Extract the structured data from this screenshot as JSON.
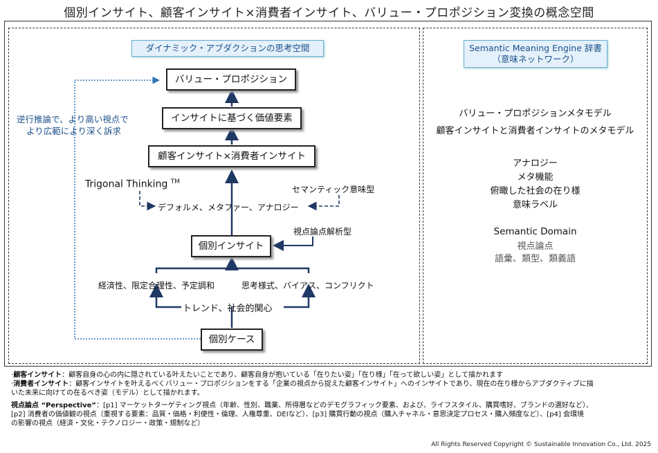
{
  "title": "個別インサイト、顧客インサイト×消費者インサイト、バリュー・プロポジション変換の概念空間",
  "left_header": "ダイナミック・アブダクションの思考空間",
  "right_header_line1": "Semantic Meaning Engine 辞書",
  "right_header_line2": "（意味ネットワーク）",
  "boxes": {
    "value_prop": "バリュー・プロポジション",
    "value_elements": "インサイトに基づく価値要素",
    "customer_consumer": "顧客インサイト×消費者インサイト",
    "individual_insight": "個別インサイト",
    "individual_case": "個別ケース"
  },
  "labels": {
    "reverse_line1": "逆行推論で、より高い視点で",
    "reverse_line2": "より広範により深く訴求",
    "trigonal": "Trigonal Thinking",
    "tm": "TM",
    "semantic_type": "セマンティック意味型",
    "deformation": "デフォルメ、メタファー、アナロジー",
    "viewpoint_analysis": "視点論点解析型",
    "economics": "経済性、限定合理性、予定調和",
    "thinking_style": "思考様式、バイアス、コンフリクト",
    "trend": "トレンド、社会的関心"
  },
  "right": {
    "meta1": "バリュー・プロポジションメタモデル",
    "meta2": "顧客インサイトと消費者インサイトのメタモデル",
    "analogy": "アナロジー",
    "meta_function": "メタ機能",
    "bird_eye": "俯瞰した社会の在り様",
    "meaning_label": "意味ラベル",
    "semantic_domain": "Semantic Domain",
    "viewpoint": "視点論点",
    "vocab": "語彙、類型、類義語"
  },
  "notes": {
    "customer_term": "顧客インサイト",
    "customer_desc": "：顧客自身の心の内に隠されている叶えたいことであり、顧客自身が抱いている「在りたい姿」「在り様」「在って欲しい姿」として描かれます",
    "consumer_term": "消費者インサイト",
    "consumer_desc1": "：顧客インサイトを叶えるべくバリュー・プロポジションをする「企業の視点から捉えた顧客インサイト」へのインサイトであり、現在の在り様からアブダクティブに描",
    "consumer_desc2": "いた未来に向けての在るべき姿（モデル）として描かれます。",
    "perspective_term": "視点論点 “Perspective”",
    "perspective_desc1": "：[p1] マーケットターゲティング視点（年齢、性別、職業、所得層などのデモグラフィック要素、および、ライフスタイル、購買嗜好、ブランドの選好など）、",
    "perspective_desc2": "[p2] 消費者の価値観の視点（重視する要素：品質・価格・利便性・倫理、人権尊重、DEIなど）、[p3] 購買行動の視点（購入チャネル・意思決定プロセス・購入頻度など）、[p4] 会環境",
    "perspective_desc3": "の影響の視点（経済・文化・テクノロジー・政策・規制など）"
  },
  "copyright": "All Rights Reserved Copyright © Sustainable Innovation Co., Ltd. 2025",
  "colors": {
    "accent_blue": "#1c4f8a",
    "dotted_blue": "#2e75b6",
    "dark_navy": "#1f3864"
  }
}
